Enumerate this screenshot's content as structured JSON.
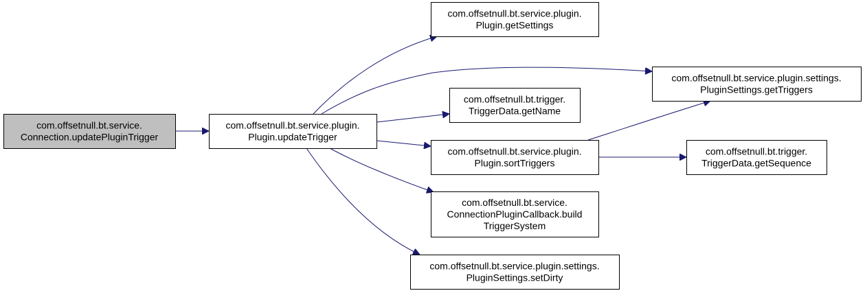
{
  "colors": {
    "edge": "#191970",
    "root_fill": "#bfbfbf",
    "node_fill": "#ffffff",
    "border": "#000000"
  },
  "nodes": [
    {
      "id": "n0",
      "lines": [
        "com.offsetnull.bt.service.",
        "Connection.updatePluginTrigger"
      ],
      "root": true
    },
    {
      "id": "n1",
      "lines": [
        "com.offsetnull.bt.service.plugin.",
        "Plugin.updateTrigger"
      ]
    },
    {
      "id": "n2",
      "lines": [
        "com.offsetnull.bt.service.plugin.",
        "Plugin.getSettings"
      ]
    },
    {
      "id": "n3",
      "lines": [
        "com.offsetnull.bt.service.plugin.settings.",
        "PluginSettings.getTriggers"
      ]
    },
    {
      "id": "n4",
      "lines": [
        "com.offsetnull.bt.trigger.",
        "TriggerData.getName"
      ]
    },
    {
      "id": "n5",
      "lines": [
        "com.offsetnull.bt.service.plugin.",
        "Plugin.sortTriggers"
      ]
    },
    {
      "id": "n6",
      "lines": [
        "com.offsetnull.bt.trigger.",
        "TriggerData.getSequence"
      ]
    },
    {
      "id": "n7",
      "lines": [
        "com.offsetnull.bt.service.",
        "ConnectionPluginCallback.build",
        "TriggerSystem"
      ]
    },
    {
      "id": "n8",
      "lines": [
        "com.offsetnull.bt.service.plugin.settings.",
        "PluginSettings.setDirty"
      ]
    }
  ],
  "edges": [
    [
      "n0",
      "n1"
    ],
    [
      "n1",
      "n2"
    ],
    [
      "n1",
      "n3"
    ],
    [
      "n1",
      "n4"
    ],
    [
      "n1",
      "n5"
    ],
    [
      "n1",
      "n7"
    ],
    [
      "n1",
      "n8"
    ],
    [
      "n5",
      "n3"
    ],
    [
      "n5",
      "n6"
    ]
  ]
}
